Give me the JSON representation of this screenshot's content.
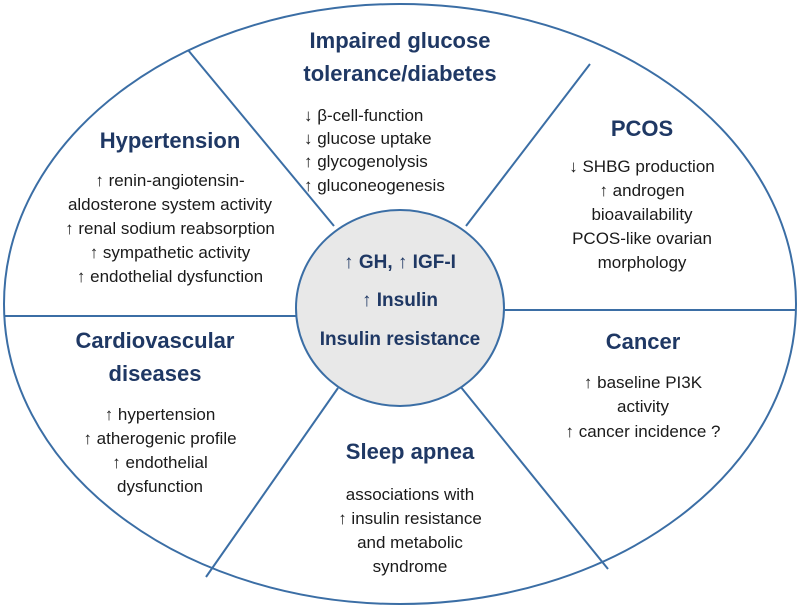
{
  "colors": {
    "outline": "#3b6ea5",
    "title": "#1f3864",
    "text": "#1a1a1a",
    "center_fill": "#e8e8e8"
  },
  "center": {
    "line1": "↑ GH, ↑ IGF-I",
    "line2": "↑  Insulin",
    "line3": "Insulin  resistance"
  },
  "sections": {
    "glucose": {
      "title_lines": [
        "Impaired glucose",
        "tolerance/diabetes"
      ],
      "items": [
        "↓ β-cell-function",
        "↓ glucose uptake",
        "↑ glycogenolysis",
        "↑ gluconeogenesis"
      ]
    },
    "hypertension": {
      "title_lines": [
        "Hypertension"
      ],
      "items": [
        "↑ renin-angiotensin-",
        "aldosterone system activity",
        "↑ renal sodium reabsorption",
        "↑ sympathetic activity",
        "↑ endothelial  dysfunction"
      ]
    },
    "pcos": {
      "title_lines": [
        "PCOS"
      ],
      "items": [
        "↓ SHBG production",
        "↑ androgen",
        "bioavailability",
        "PCOS-like ovarian",
        "morphology"
      ]
    },
    "cardio": {
      "title_lines": [
        "Cardiovascular",
        "diseases"
      ],
      "items": [
        "↑ hypertension",
        "↑  atherogenic profile",
        "↑ endothelial",
        "dysfunction"
      ]
    },
    "cancer": {
      "title_lines": [
        "Cancer"
      ],
      "items": [
        "↑  baseline PI3K",
        "activity",
        "↑  cancer incidence  ?"
      ]
    },
    "sleep": {
      "title_lines": [
        "Sleep apnea"
      ],
      "items": [
        "associations with",
        "↑ insulin resistance",
        "and metabolic",
        "syndrome"
      ]
    }
  }
}
